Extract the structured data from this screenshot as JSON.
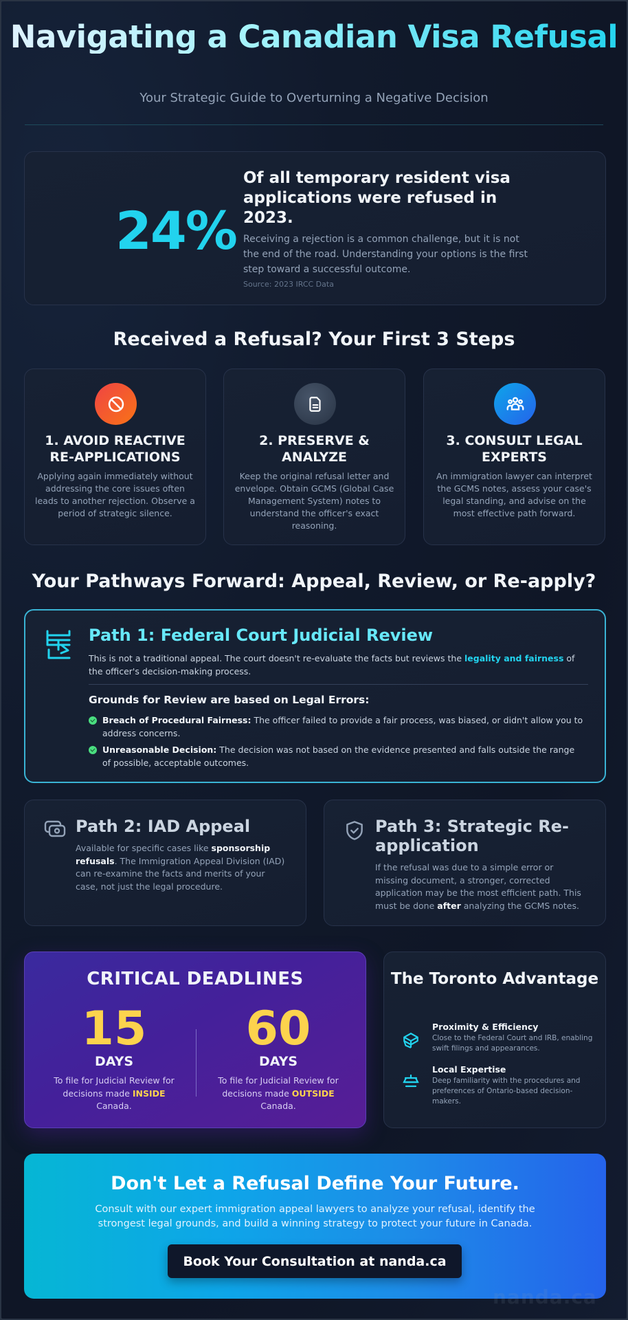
{
  "header": {
    "title": "Navigating a Canadian Visa Refusal",
    "subtitle": "Your Strategic Guide to Overturning a Negative Decision"
  },
  "stat": {
    "value": "24%",
    "headline": "Of all temporary resident visa applications were refused in 2023.",
    "body": "Receiving a rejection is a common challenge, but it is not the end of the road. Understanding your options is the first step toward a successful outcome.",
    "source": "Source: 2023 IRCC Data"
  },
  "steps_section": {
    "heading": "Received a Refusal? Your First 3 Steps",
    "steps": [
      {
        "icon": "ban-icon",
        "color": "#f05a2a",
        "title": "1. AVOID REACTIVE RE-APPLICATIONS",
        "body": "Applying again immediately without addressing the core issues often leads to another rejection. Observe a period of strategic silence."
      },
      {
        "icon": "document-icon",
        "color": "#334155",
        "title": "2. PRESERVE & ANALYZE",
        "body": "Keep the original refusal letter and envelope. Obtain GCMS (Global Case Management System) notes to understand the officer's exact reasoning."
      },
      {
        "icon": "users-icon",
        "color": "#1d8fe0",
        "title": "3. CONSULT LEGAL EXPERTS",
        "body": "An immigration lawyer can interpret the GCMS notes, assess your case's legal standing, and advise on the most effective path forward."
      }
    ]
  },
  "pathways_section": {
    "heading": "Your Pathways Forward: Appeal, Review, or Re-apply?",
    "path1": {
      "title": "Path 1: Federal Court Judicial Review",
      "body_pre": "This is not a traditional appeal. The court doesn't re-evaluate the facts but reviews the ",
      "body_em": "legality and fairness",
      "body_post": " of the officer's decision-making process.",
      "grounds_heading": "Grounds for Review are based on Legal Errors:",
      "grounds": [
        {
          "label": "Breach of Procedural Fairness:",
          "text": " The officer failed to provide a fair process, was biased, or didn't allow you to address concerns."
        },
        {
          "label": "Unreasonable Decision:",
          "text": " The decision was not based on the evidence presented and falls outside the range of possible, acceptable outcomes."
        }
      ]
    },
    "path2": {
      "title": "Path 2: IAD Appeal",
      "body_pre": "Available for specific cases like ",
      "body_em": "sponsorship refusals",
      "body_post": ". The Immigration Appeal Division (IAD) can re-examine the facts and merits of your case, not just the legal procedure."
    },
    "path3": {
      "title": "Path 3: Strategic Re-application",
      "body_pre": "If the refusal was due to a simple error or missing document, a stronger, corrected application may be the most efficient path. This must be done ",
      "body_em": "after",
      "body_post": " analyzing the GCMS notes."
    }
  },
  "deadlines": {
    "title": "CRITICAL DEADLINES",
    "items": [
      {
        "number": "15",
        "unit": "DAYS",
        "desc_pre": "To file for Judicial Review for decisions made ",
        "desc_em": "INSIDE",
        "desc_post": " Canada."
      },
      {
        "number": "60",
        "unit": "DAYS",
        "desc_pre": "To file for Judicial Review for decisions made ",
        "desc_em": "OUTSIDE",
        "desc_post": " Canada."
      }
    ]
  },
  "toronto": {
    "title": "The Toronto Advantage",
    "items": [
      {
        "icon": "box-icon",
        "heading": "Proximity & Efficiency",
        "body": "Close to the Federal Court and IRB, enabling swift filings and appearances."
      },
      {
        "icon": "scale-icon",
        "heading": "Local Expertise",
        "body": "Deep familiarity with the procedures and preferences of Ontario-based decision-makers."
      }
    ]
  },
  "cta": {
    "title": "Don't Let a Refusal Define Your Future.",
    "body": "Consult with our expert immigration appeal lawyers to analyze your refusal, identify the strongest legal grounds, and build a winning strategy to protect your future in Canada.",
    "button_label": "Book Your Consultation at nanda.ca"
  },
  "watermark": "nanda.ca",
  "colors": {
    "accent_cyan": "#22d3ee",
    "deadline_yellow": "#fcd34d",
    "check_green": "#4ade80",
    "background": "#0f1626"
  }
}
